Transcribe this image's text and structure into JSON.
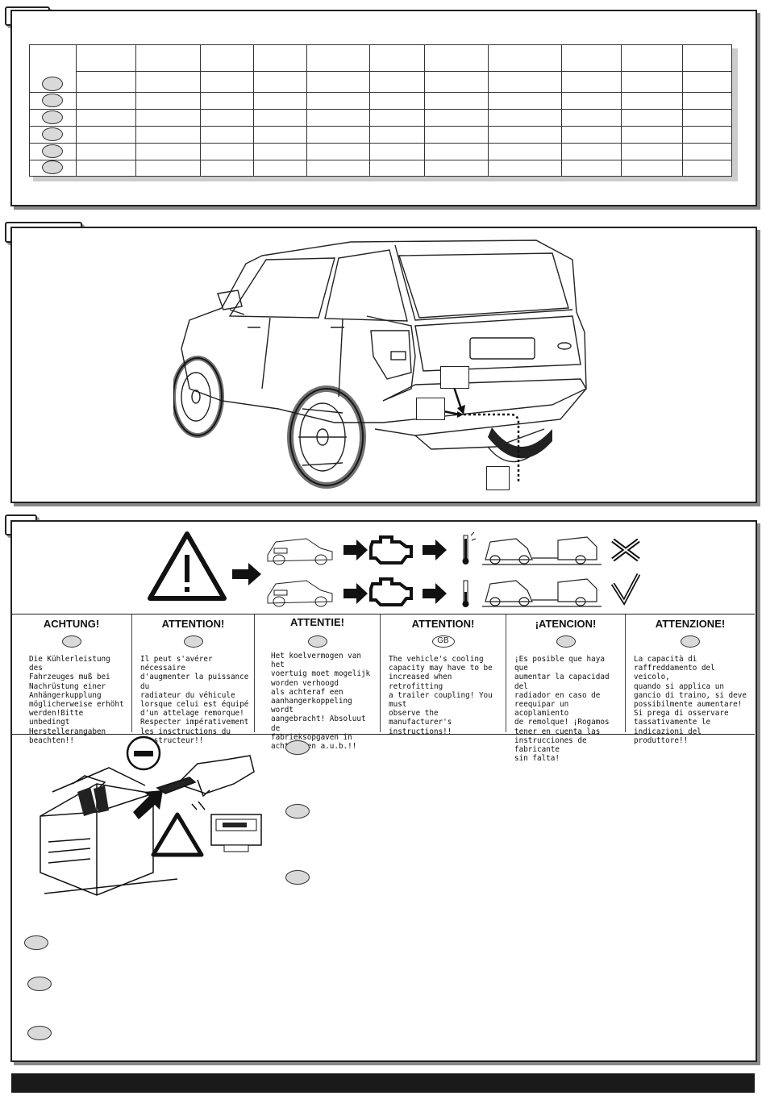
{
  "table": {
    "header_cols": 11,
    "rows": 6
  },
  "warnings": [
    {
      "title": "ACHTUNG!",
      "code": "",
      "text": "Die Kühlerleistung des\nFahrzeuges muß bei\nNachrüstung einer\nAnhängerkupplung\nmöglicherweise erhöht\nwerden!Bitte unbedingt\nHerstellerangaben\nbeachten!!"
    },
    {
      "title": "ATTENTION!",
      "code": "",
      "text": "Il peut s'avérer nécessaire\nd'augmenter la puissance du\nradiateur du véhicule\nlorsque celui est équipé\nd'un attelage remorque!\nRespecter impérativement\nles insctructions du\nconstructeur!!"
    },
    {
      "title": "ATTENTIE!",
      "code": "",
      "text": "Het koelvermogen van het\nvoertuig moet mogelijk\nworden verhoogd\nals achteraf een\naanhangerkoppeling wordt\naangebracht! Absoluut de\nfabrieksopgaven in\nacht nemen a.u.b.!!"
    },
    {
      "title": "ATTENTION!",
      "code": "GB",
      "text": "The vehicle's cooling\ncapacity may have to be\nincreased when retrofitting\na trailer coupling! You must\nobserve the manufacturer's\ninstructions!!"
    },
    {
      "title": "¡ATENCION!",
      "code": "",
      "text": "¡Es posible que haya que\naumentar la capacidad del\nradiador en caso de\nreequipar un acoplamiento\nde remolque! ¡Rogamos\ntener en cuenta las\ninstrucciones de fabricante\nsin falta!"
    },
    {
      "title": "ATTENZIONE!",
      "code": "",
      "text": "La capacità di\nraffreddamento del veicolo,\nquando si applica un\ngancio di traino, si deve\npossibilmente aumentare!\nSi prega di osservare\ntassativamente le\nindicazioni del produttore!!"
    }
  ],
  "icons": {
    "warning": "warning-triangle-icon",
    "engine": "engine-icon",
    "thermometer": "thermometer-icon",
    "cross": "cross-icon",
    "check": "check-icon"
  },
  "colors": {
    "line": "#222222",
    "oval_fill": "#d9d9d9",
    "shadow": "#888888",
    "bar": "#1a1a1a"
  }
}
